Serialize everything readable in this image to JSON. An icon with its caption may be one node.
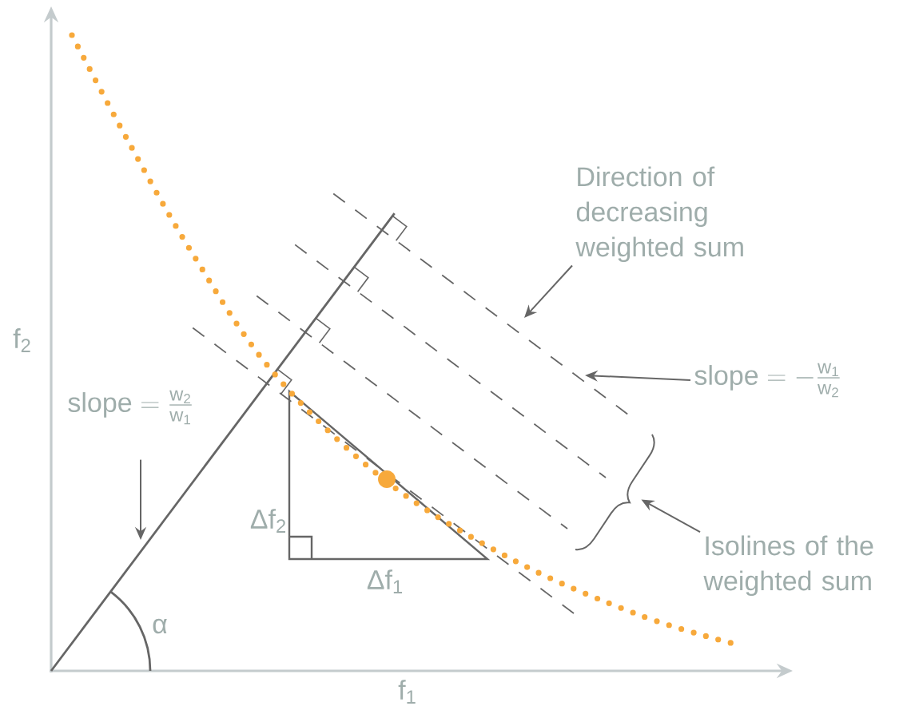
{
  "diagram": {
    "nodes": [
      {
        "text": [
          "Direction of decreasing weighted sum"
        ]
      },
      {
        "text": [
          "\\mathrm{slope} =-\\frac{\\mathrm{w}_{\\mathrm{1}}}{\\mathrm{w}_{\\mathrm{2}}}"
        ]
      },
      {
        "text": [
          "Isolines of the weighted sum"
        ]
      },
      {
        "text": [
          "\\mathrm{slope} = \\frac{\\mathrm{w}_{\\mathrm{2}}}{\\mathrm{w}_{\\mathrm{1}}}"
        ]
      },
      {
        "text": [],
        "shape": "brace"
      }
    ],
    "edges": [
      {
        "from": 0,
        "to": null,
        "arrow": "to"
      },
      {
        "from": 1,
        "to": null,
        "arrow": "to"
      },
      {
        "from": 2,
        "to": 4,
        "arrow": "to"
      },
      {
        "from": 3,
        "to": null,
        "arrow": "to"
      }
    ],
    "labels": [
      "f$_{2}$",
      "Δf$_{2}$",
      "Δf$_{1}$",
      "α",
      "f$_{1}$"
    ]
  }
}
